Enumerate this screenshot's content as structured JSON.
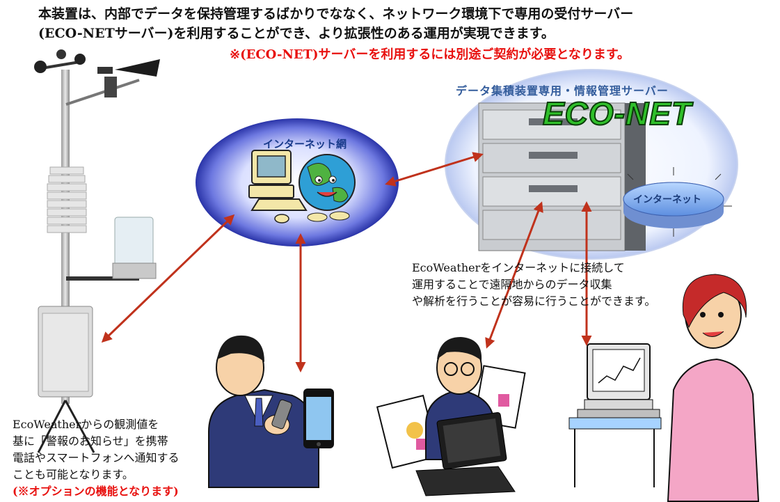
{
  "intro": {
    "line1": "本装置は、内部でデータを保持管理するばかりでななく、ネットワーク環境下で専用の受付サーバー",
    "line2": "(ECO-NETサーバー)を利用することができ、より拡張性のある運用が実現できます。"
  },
  "notice": "※(ECO-NET)サーバーを利用するには別途ご契約が必要となります。",
  "server": {
    "caption": "データ集積装置専用・情報管理サーバー",
    "logo": "ECO-NET",
    "disc_label": "インターネット"
  },
  "internet": {
    "label": "インターネット網"
  },
  "remote_text": [
    "EcoWeatherをインターネットに接続して",
    "運用することで遠隔地からのデータ収集",
    "や解析を行うことが容易に行うことができます。"
  ],
  "alert_text": {
    "lines": [
      "EcoWeatherからの観測値を",
      "基に「警報のお知らせ」を携帯",
      "電話やスマートフォンへ通知する",
      "ことも可能となります。"
    ],
    "option": "(※オプションの機能となります)"
  },
  "colors": {
    "arrow": "#c0321c",
    "notice": "#e8110f",
    "oval": "#3a46b8",
    "eco_net": "#2fbf2a"
  }
}
